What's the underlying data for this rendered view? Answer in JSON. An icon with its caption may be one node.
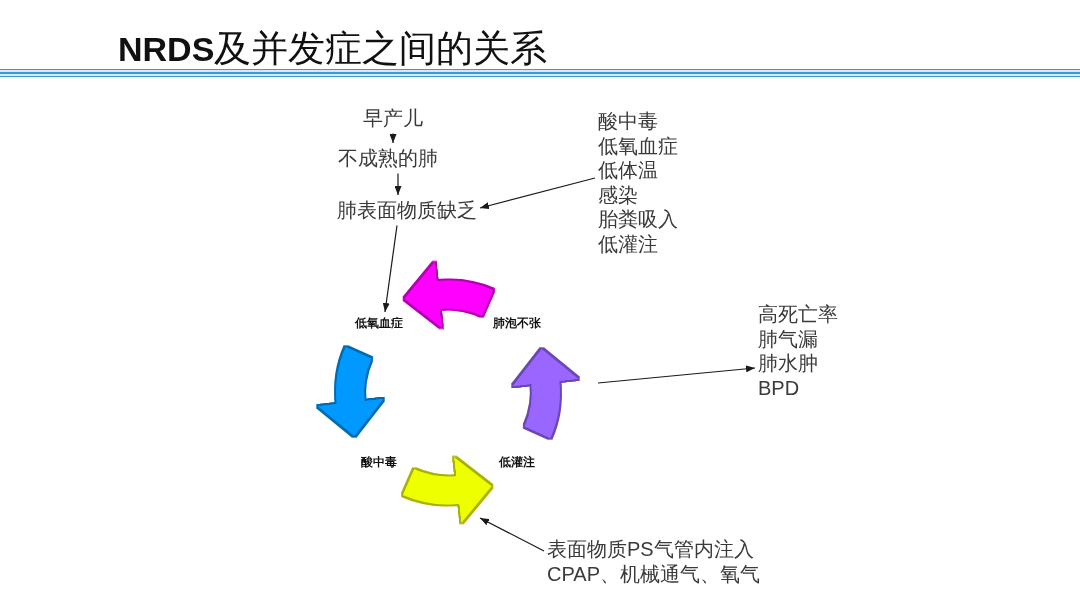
{
  "diagram": {
    "title": "**NRDS**及并发症之间的关系",
    "nodes": [
      {
        "text": [
          "早产儿"
        ]
      },
      {
        "text": [
          "不成熟的肺"
        ]
      },
      {
        "text": [
          "肺表面物质缺乏"
        ]
      },
      {
        "text": [
          "酸中毒",
          "低氧血症",
          "低体温",
          "感染",
          "胎粪吸入",
          "低灌注"
        ]
      },
      {
        "text": [
          "低氧血症"
        ]
      },
      {
        "text": [
          "肺泡不张"
        ]
      },
      {
        "text": [
          "高死亡率",
          "肺气漏",
          "肺水肿",
          "BPD"
        ]
      },
      {
        "text": [
          "酸中毒"
        ]
      },
      {
        "text": [
          "低灌注"
        ]
      },
      {
        "text": [
          "表面物质PS气管内注入",
          "CPAP、机械通气、氧气"
        ]
      }
    ],
    "edges": [
      {
        "from": 0,
        "to": 1,
        "arrow": "to"
      },
      {
        "from": 1,
        "to": 2,
        "arrow": "to"
      },
      {
        "from": 3,
        "to": 2,
        "arrow": "to"
      },
      {
        "from": 2,
        "to": 4,
        "arrow": "to"
      },
      {
        "from": 5,
        "to": 4,
        "arrow": "to",
        "style": "thick",
        "color": "#ff00ff"
      },
      {
        "from": 4,
        "to": 7,
        "arrow": "to",
        "style": "thick",
        "color": "#0099ff"
      },
      {
        "from": 7,
        "to": 8,
        "arrow": "to",
        "style": "thick",
        "color": "#eeff00"
      },
      {
        "from": 8,
        "to": 5,
        "arrow": "to",
        "style": "thick",
        "color": "#9966ff"
      },
      {
        "from": null,
        "to": 6,
        "arrow": "to"
      },
      {
        "from": 9,
        "to": null,
        "arrow": "to"
      }
    ]
  }
}
